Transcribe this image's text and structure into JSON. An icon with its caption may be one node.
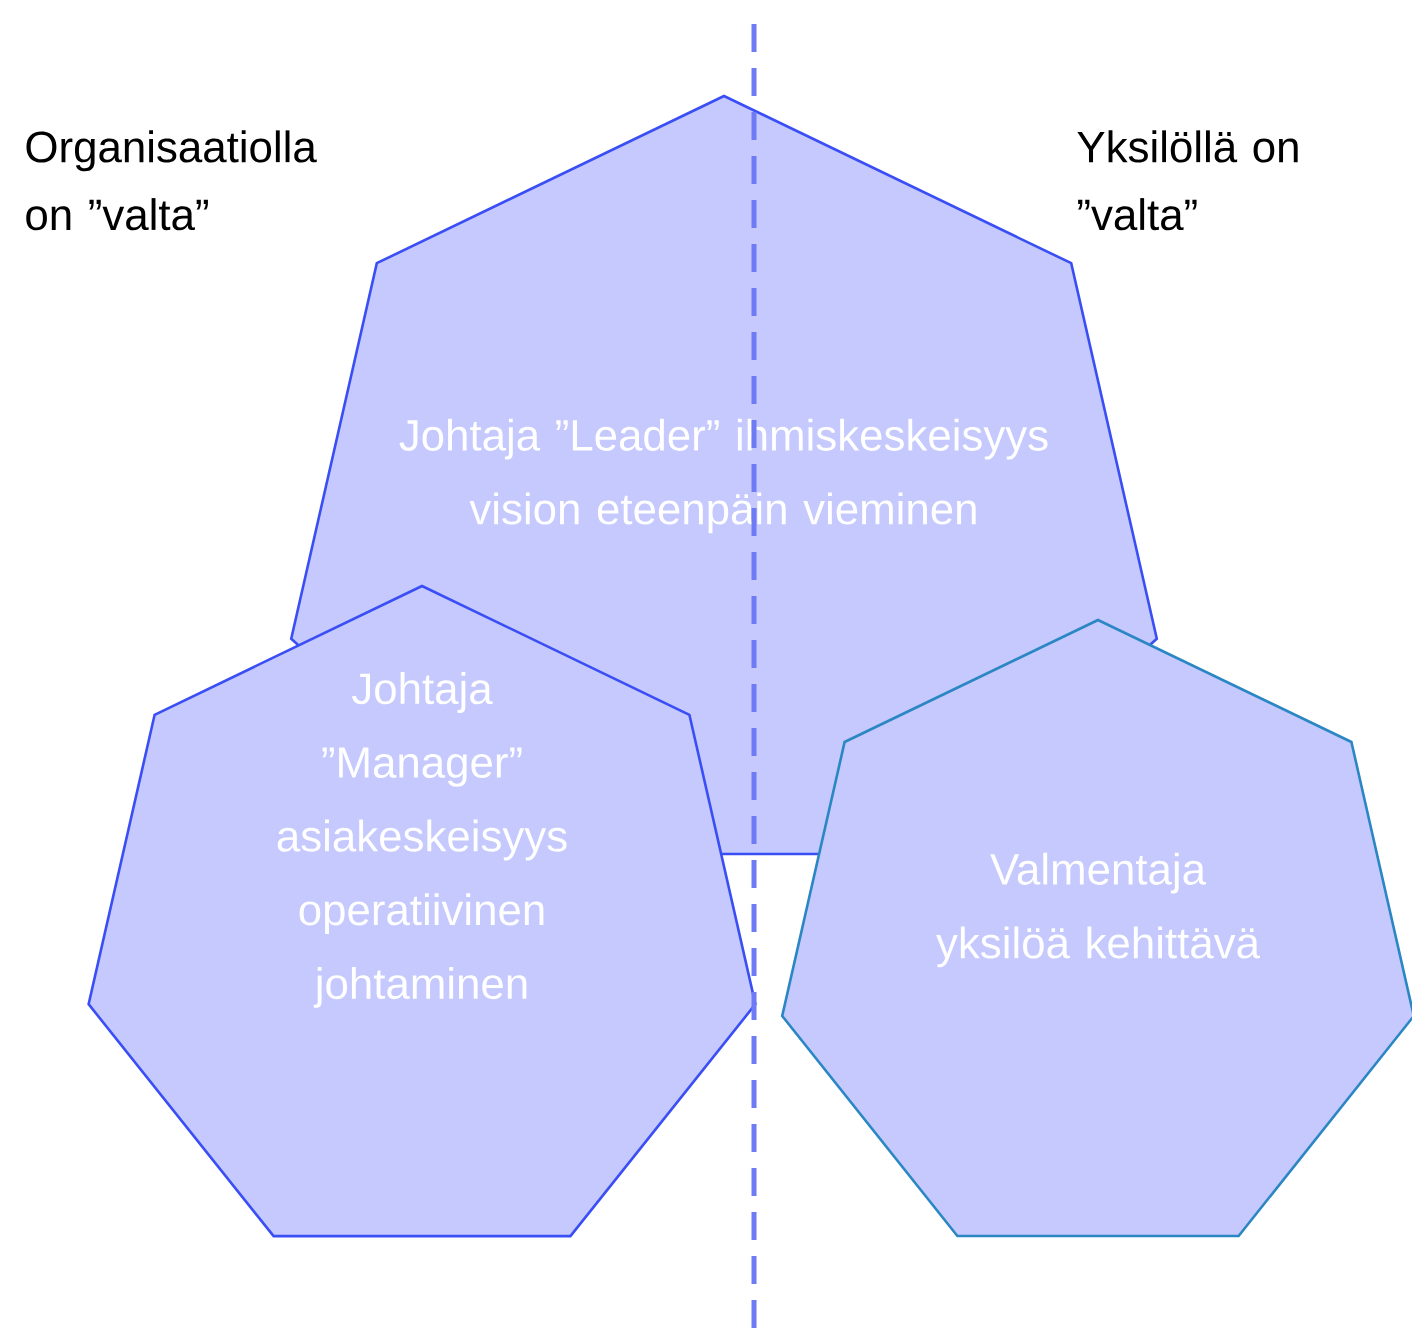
{
  "diagram": {
    "nodes": [
      {
        "text": [
          "Johtaja ”Leader” ihmiskeskeisyys vision eteenpäin vieminen"
        ]
      },
      {
        "text": [
          "Johtaja ”Manager” asiakeskeisyys operatiivinen johtaminen"
        ]
      },
      {
        "text": [
          "Valmentaja yksilöä kehittävä"
        ]
      }
    ],
    "labels": [
      "Organisaatiolla on ”valta”",
      "Yksilöllä on ”valta”"
    ]
  }
}
